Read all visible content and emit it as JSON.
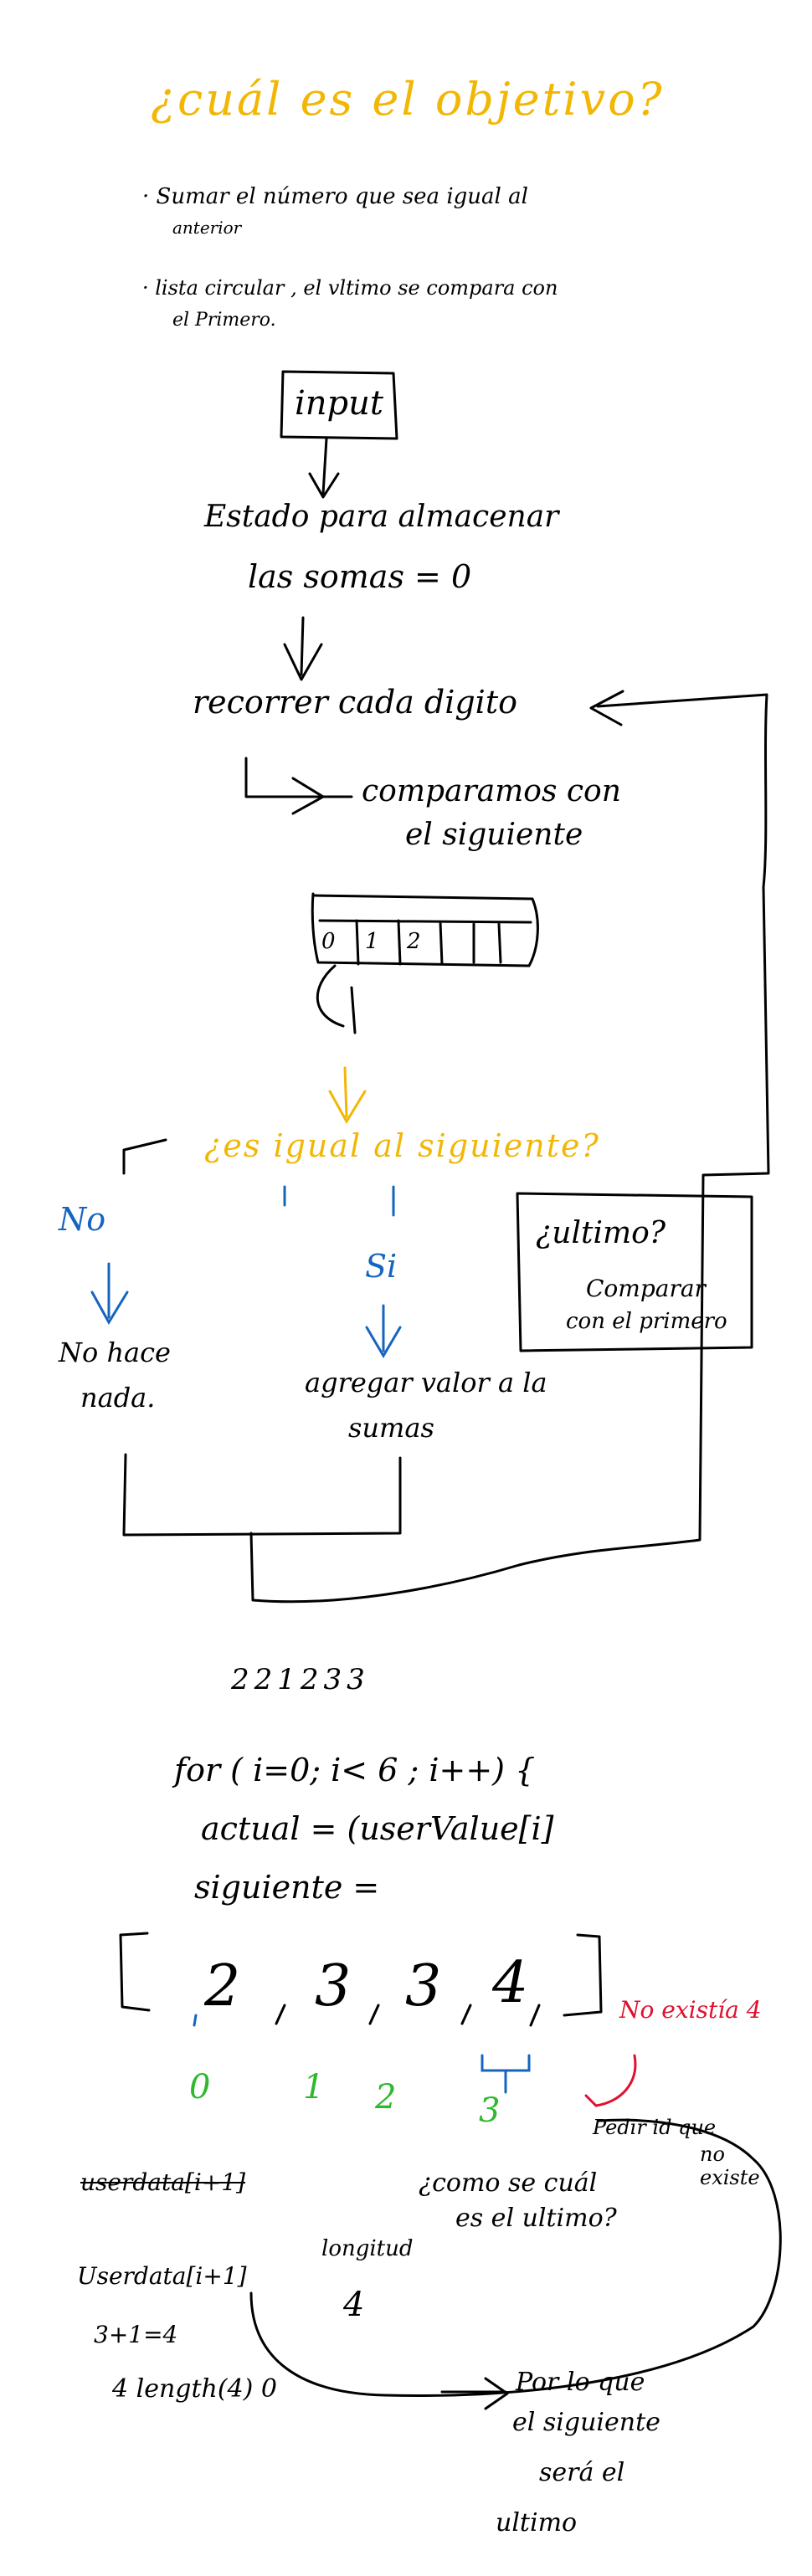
{
  "colors": {
    "ink": "#000000",
    "yellow": "#f2b705",
    "blue": "#1565c0",
    "green": "#2eb82e",
    "red": "#e0102e",
    "background": "#ffffff"
  },
  "title": "¿cuál es el objetivo?",
  "goals": [
    {
      "line1": "· Sumar el número que sea igual al",
      "line2": "anterior"
    },
    {
      "line1": "· lista circular , el vltimo se compara con",
      "line2": "el Primero."
    }
  ],
  "flow": {
    "input_box": "input",
    "state_line1": "Estado para almacenar",
    "state_line2": "las somas = 0",
    "loop": "recorrer cada digito",
    "compare_line1": "comparamos con",
    "compare_line2": "el siguiente",
    "array_cells": [
      "0",
      "1",
      "2"
    ],
    "question": "¿es igual al siguiente?",
    "no_label": "No",
    "si_label": "Si",
    "no_result_line1": "No hace",
    "no_result_line2": "nada.",
    "si_result_line1": "agregar valor a la",
    "si_result_line2": "sumas",
    "last_box_line1": "¿ultimo?",
    "last_box_line2": "Comparar",
    "last_box_line3": "con el primero"
  },
  "example": {
    "number": "221233",
    "for_line": "for ( i=0; i< 6 ; i++) {",
    "actual_line": "actual = (userValue[i]",
    "next_line": "siguiente =",
    "array": [
      "2",
      "3",
      "3",
      "4"
    ],
    "indices": [
      "0",
      "1",
      "2",
      "3"
    ],
    "no_existe": "No existía 4",
    "pedir": "Pedir id que",
    "no_existe_line2": "no",
    "no_existe_line3": "existe",
    "userdata_i": "userdata[i+1]",
    "como_line1": "¿como se cuál",
    "como_line2": "es el ultimo?",
    "longitud": "longitud",
    "longitud_val": "4",
    "three_plus_one": "3+1=4",
    "length_line": "4   length(4) 0",
    "por_lo_line1": "Por lo que",
    "por_lo_line2": "el siguiente",
    "por_lo_line3": "será el",
    "por_lo_line4": "ultimo",
    "userdata_expr": "Userdata[i+1]"
  }
}
